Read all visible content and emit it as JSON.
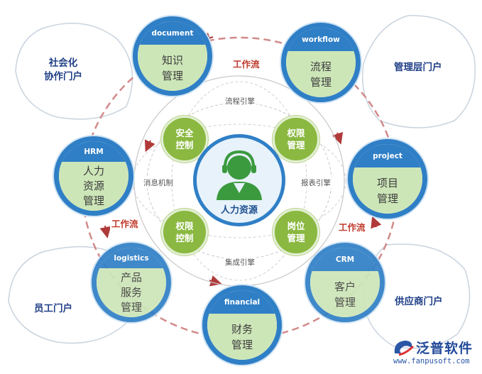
{
  "center": {
    "label": "人力资源"
  },
  "modules": [
    {
      "id": "document",
      "header": "document",
      "lines": [
        "知识",
        "管理"
      ]
    },
    {
      "id": "workflow",
      "header": "workflow",
      "lines": [
        "流程",
        "管理"
      ]
    },
    {
      "id": "hrm",
      "header": "HRM",
      "lines": [
        "人力",
        "资源",
        "管理"
      ]
    },
    {
      "id": "project",
      "header": "project",
      "lines": [
        "项目",
        "管理"
      ]
    },
    {
      "id": "logistics",
      "header": "logistics",
      "lines": [
        "产品",
        "服务",
        "管理"
      ]
    },
    {
      "id": "crm",
      "header": "CRM",
      "lines": [
        "客户",
        "管理"
      ]
    },
    {
      "id": "financial",
      "header": "financial",
      "lines": [
        "财务",
        "管理"
      ]
    }
  ],
  "inner_nodes": [
    {
      "id": "security",
      "lines": [
        "安全",
        "控制"
      ]
    },
    {
      "id": "permission-top",
      "lines": [
        "权限",
        "管理"
      ]
    },
    {
      "id": "permission-bottom",
      "lines": [
        "权限",
        "控制"
      ]
    },
    {
      "id": "position",
      "lines": [
        "岗位",
        "管理"
      ]
    }
  ],
  "engines": {
    "top": "流程引擎",
    "left": "消息机制",
    "right": "报表引擎",
    "bottom": "集成引擎"
  },
  "flow_label": "工作流",
  "portals": {
    "social": [
      "社会化",
      "协作门户"
    ],
    "management": [
      "管理层门户"
    ],
    "employee": [
      "员工门户"
    ],
    "supplier": [
      "供应商门户"
    ]
  },
  "brand": {
    "name": "泛普软件",
    "url": "www.fanpusoft.com"
  },
  "colors": {
    "blue": "#2f7fc6",
    "green": "#8ab840",
    "light_green": "#cde6b8",
    "red": "#c0392b",
    "portal_text": "#1f3f86"
  }
}
